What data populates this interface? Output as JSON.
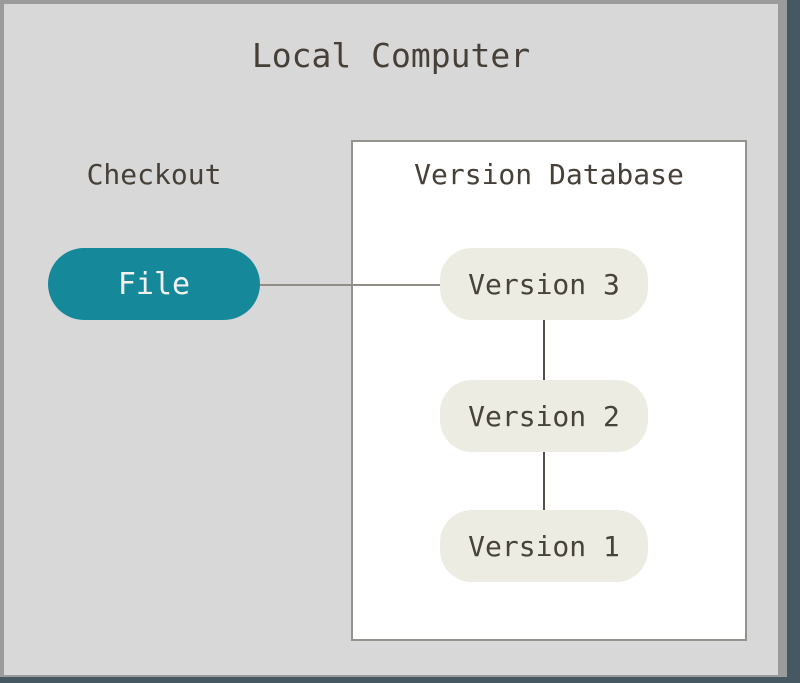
{
  "window": {
    "canvas_bg": "#d8d8d8",
    "frame_light": "#9b9b9b",
    "frame_dark": "#465962"
  },
  "diagram": {
    "title": "Local Computer",
    "checkout": {
      "label": "Checkout",
      "file_node": {
        "label": "File",
        "fill": "#15899a",
        "text_color": "#f2f1ef"
      }
    },
    "version_database": {
      "title": "Version Database",
      "box_fill": "#ffffff",
      "box_border": "#95938e",
      "node_fill": "#edece3",
      "node_text_color": "#47423c",
      "nodes": [
        {
          "label": "Version 3"
        },
        {
          "label": "Version 2"
        },
        {
          "label": "Version 1"
        }
      ]
    },
    "edges": [
      {
        "from": "File",
        "to": "Version 3"
      },
      {
        "from": "Version 3",
        "to": "Version 2"
      },
      {
        "from": "Version 2",
        "to": "Version 1"
      }
    ]
  }
}
